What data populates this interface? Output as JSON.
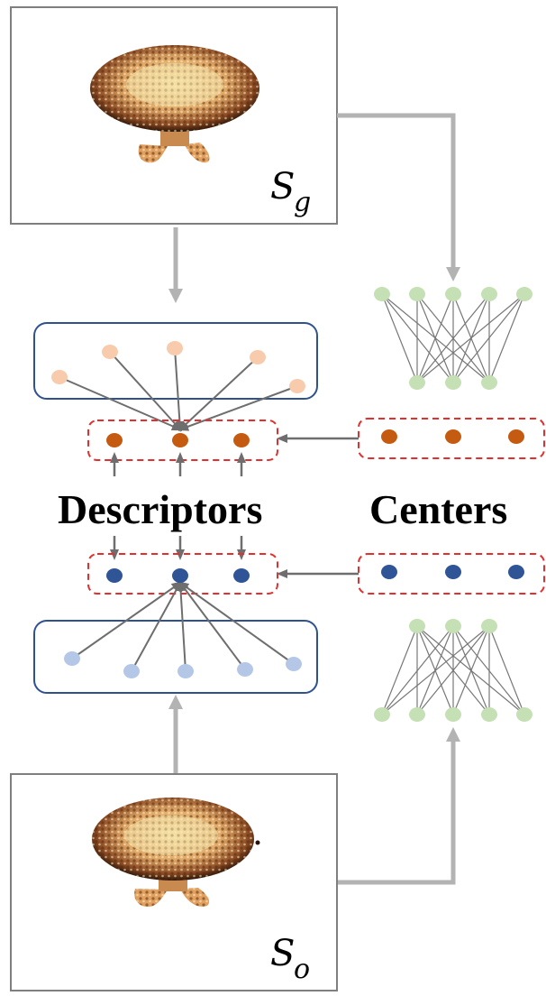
{
  "labels": {
    "descriptors": "Descriptors",
    "centers": "Centers"
  },
  "inputs": {
    "top": {
      "symbol": "S",
      "subscript": "g"
    },
    "bottom": {
      "symbol": "S",
      "subscript": "o"
    }
  },
  "colors": {
    "gray_arrow": "#b3b3b3",
    "dark_arrow": "#6e6e6e",
    "box_border": "#2f528f",
    "dashed_border": "#e03030",
    "light_orange": "#f8cbad",
    "orange": "#c55a11",
    "light_blue": "#b4c7e7",
    "dark_blue": "#2f5597",
    "light_green": "#c5e0b4",
    "frame": "#7f7f7f"
  }
}
